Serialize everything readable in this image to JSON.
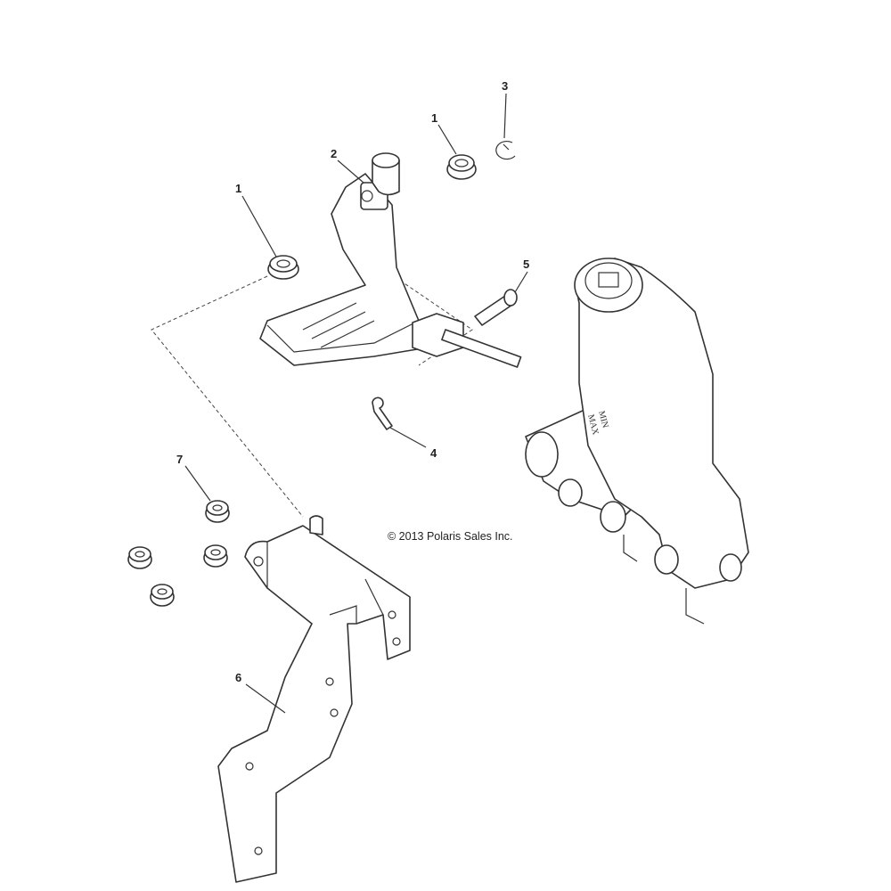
{
  "diagram": {
    "copyright": "© 2013 Polaris Sales Inc.",
    "reservoir_marks": {
      "max": "MAX",
      "min": "MIN"
    },
    "callouts": [
      {
        "id": "callout-1a",
        "label": "1"
      },
      {
        "id": "callout-1b",
        "label": "1"
      },
      {
        "id": "callout-2",
        "label": "2"
      },
      {
        "id": "callout-3",
        "label": "3"
      },
      {
        "id": "callout-4",
        "label": "4"
      },
      {
        "id": "callout-5",
        "label": "5"
      },
      {
        "id": "callout-6",
        "label": "6"
      },
      {
        "id": "callout-7",
        "label": "7"
      }
    ]
  }
}
